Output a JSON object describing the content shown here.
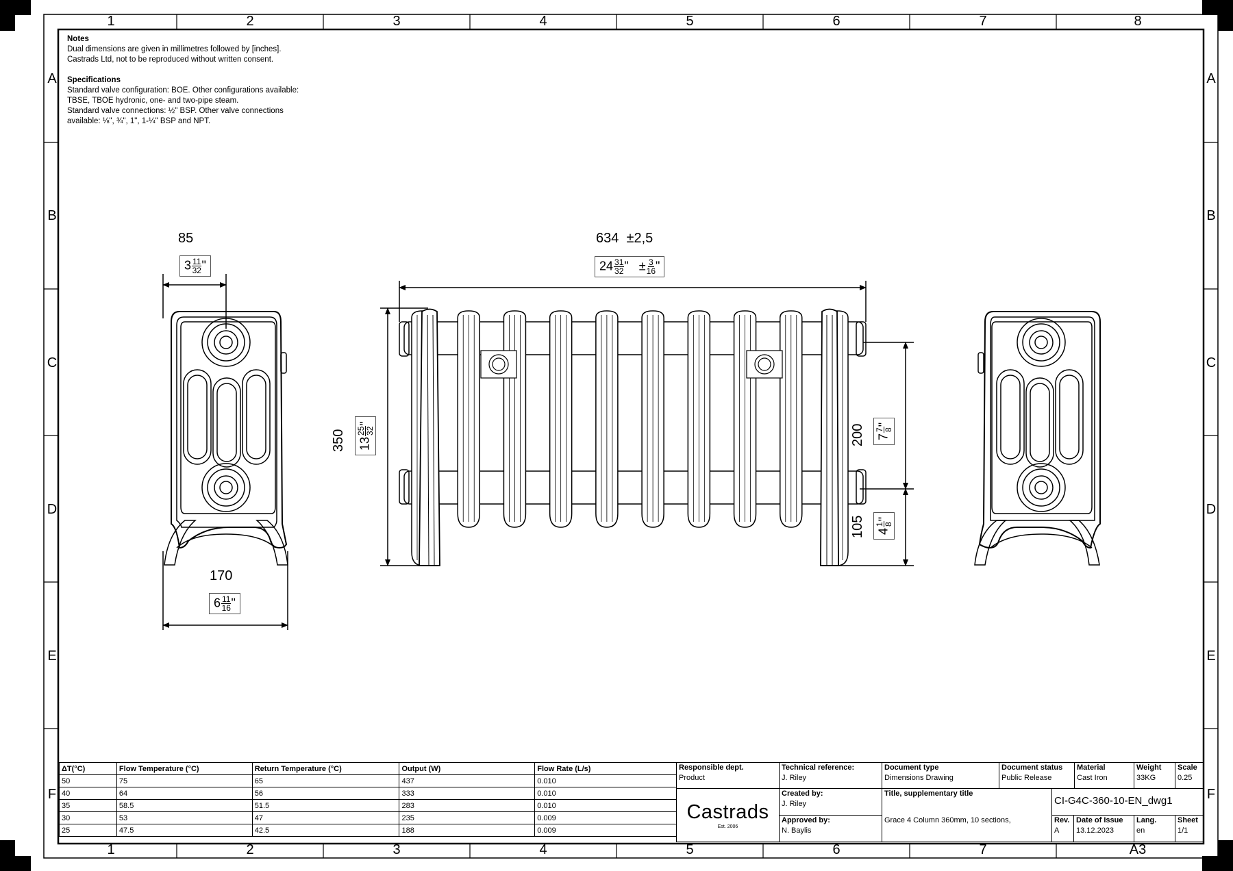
{
  "zone_numbers": [
    "1",
    "2",
    "3",
    "4",
    "5",
    "6",
    "7",
    "8"
  ],
  "zone_letters": [
    "A",
    "B",
    "C",
    "D",
    "E",
    "F"
  ],
  "notes": {
    "heading": "Notes",
    "lines": [
      "Dual dimensions are given in millimetres followed by [inches].",
      "Castrads Ltd, not to be reproduced without written consent."
    ],
    "spec_heading": "Specifications",
    "spec_lines": [
      "Standard valve configuration: BOE. Other configurations available:",
      "TBSE, TBOE hydronic, one- and two-pipe steam.",
      "Standard valve connections: ½\" BSP. Other valve connections",
      "available: ⅛\", ¾\", 1\", 1-¼\" BSP and NPT."
    ]
  },
  "dimensions": {
    "side_top_mm": "85",
    "side_top_in_whole": "3",
    "side_top_in_num": "11",
    "side_top_in_den": "32",
    "side_bottom_mm": "170",
    "side_bottom_in_whole": "6",
    "side_bottom_in_num": "11",
    "side_bottom_in_den": "16",
    "width_mm": "634",
    "width_tol": "±2,5",
    "width_in_whole": "24",
    "width_in_num": "31",
    "width_in_den": "32",
    "width_in_tol_num": "3",
    "width_in_tol_den": "16",
    "height_mm": "350",
    "height_in_whole": "13",
    "height_in_num": "25",
    "height_in_den": "32",
    "centres_mm": "200",
    "centres_in_whole": "7",
    "centres_in_num": "7",
    "centres_in_den": "8",
    "floor_mm": "105",
    "floor_in_whole": "4",
    "floor_in_num": "1",
    "floor_in_den": "8"
  },
  "performance_table": {
    "headers": [
      "ΔT(°C)",
      "Flow Temperature (°C)",
      "Return Temperature (°C)",
      "Output (W)",
      "Flow Rate (L/s)"
    ],
    "rows": [
      [
        "50",
        "75",
        "65",
        "437",
        "0.010"
      ],
      [
        "40",
        "64",
        "56",
        "333",
        "0.010"
      ],
      [
        "35",
        "58.5",
        "51.5",
        "283",
        "0.010"
      ],
      [
        "30",
        "53",
        "47",
        "235",
        "0.009"
      ],
      [
        "25",
        "47.5",
        "42.5",
        "188",
        "0.009"
      ]
    ]
  },
  "title_block": {
    "responsible_dept_label": "Responsible dept.",
    "responsible_dept": "Product",
    "technical_ref_label": "Technical reference:",
    "technical_ref": "J. Riley",
    "document_type_label": "Document type",
    "document_type": "Dimensions Drawing",
    "document_status_label": "Document status",
    "document_status": "Public Release",
    "material_label": "Material",
    "material": "Cast Iron",
    "weight_label": "Weight",
    "weight": "33KG",
    "scale_label": "Scale",
    "scale": "0.25",
    "created_by_label": "Created by:",
    "created_by": "J. Riley",
    "approved_by_label": "Approved by:",
    "approved_by": "N. Baylis",
    "title_label": "Title, supplementary title",
    "title": "Grace 4 Column 360mm, 10 sections,",
    "drawing_number": "CI-G4C-360-10-EN_dwg1",
    "rev_label": "Rev.",
    "rev": "A",
    "date_label": "Date of Issue",
    "date": "13.12.2023",
    "lang_label": "Lang.",
    "lang": "en",
    "sheet_label": "Sheet",
    "sheet": "1/1",
    "logo": "Castrads",
    "logo_sub": "Est. 2006",
    "paper_size": "A3"
  }
}
